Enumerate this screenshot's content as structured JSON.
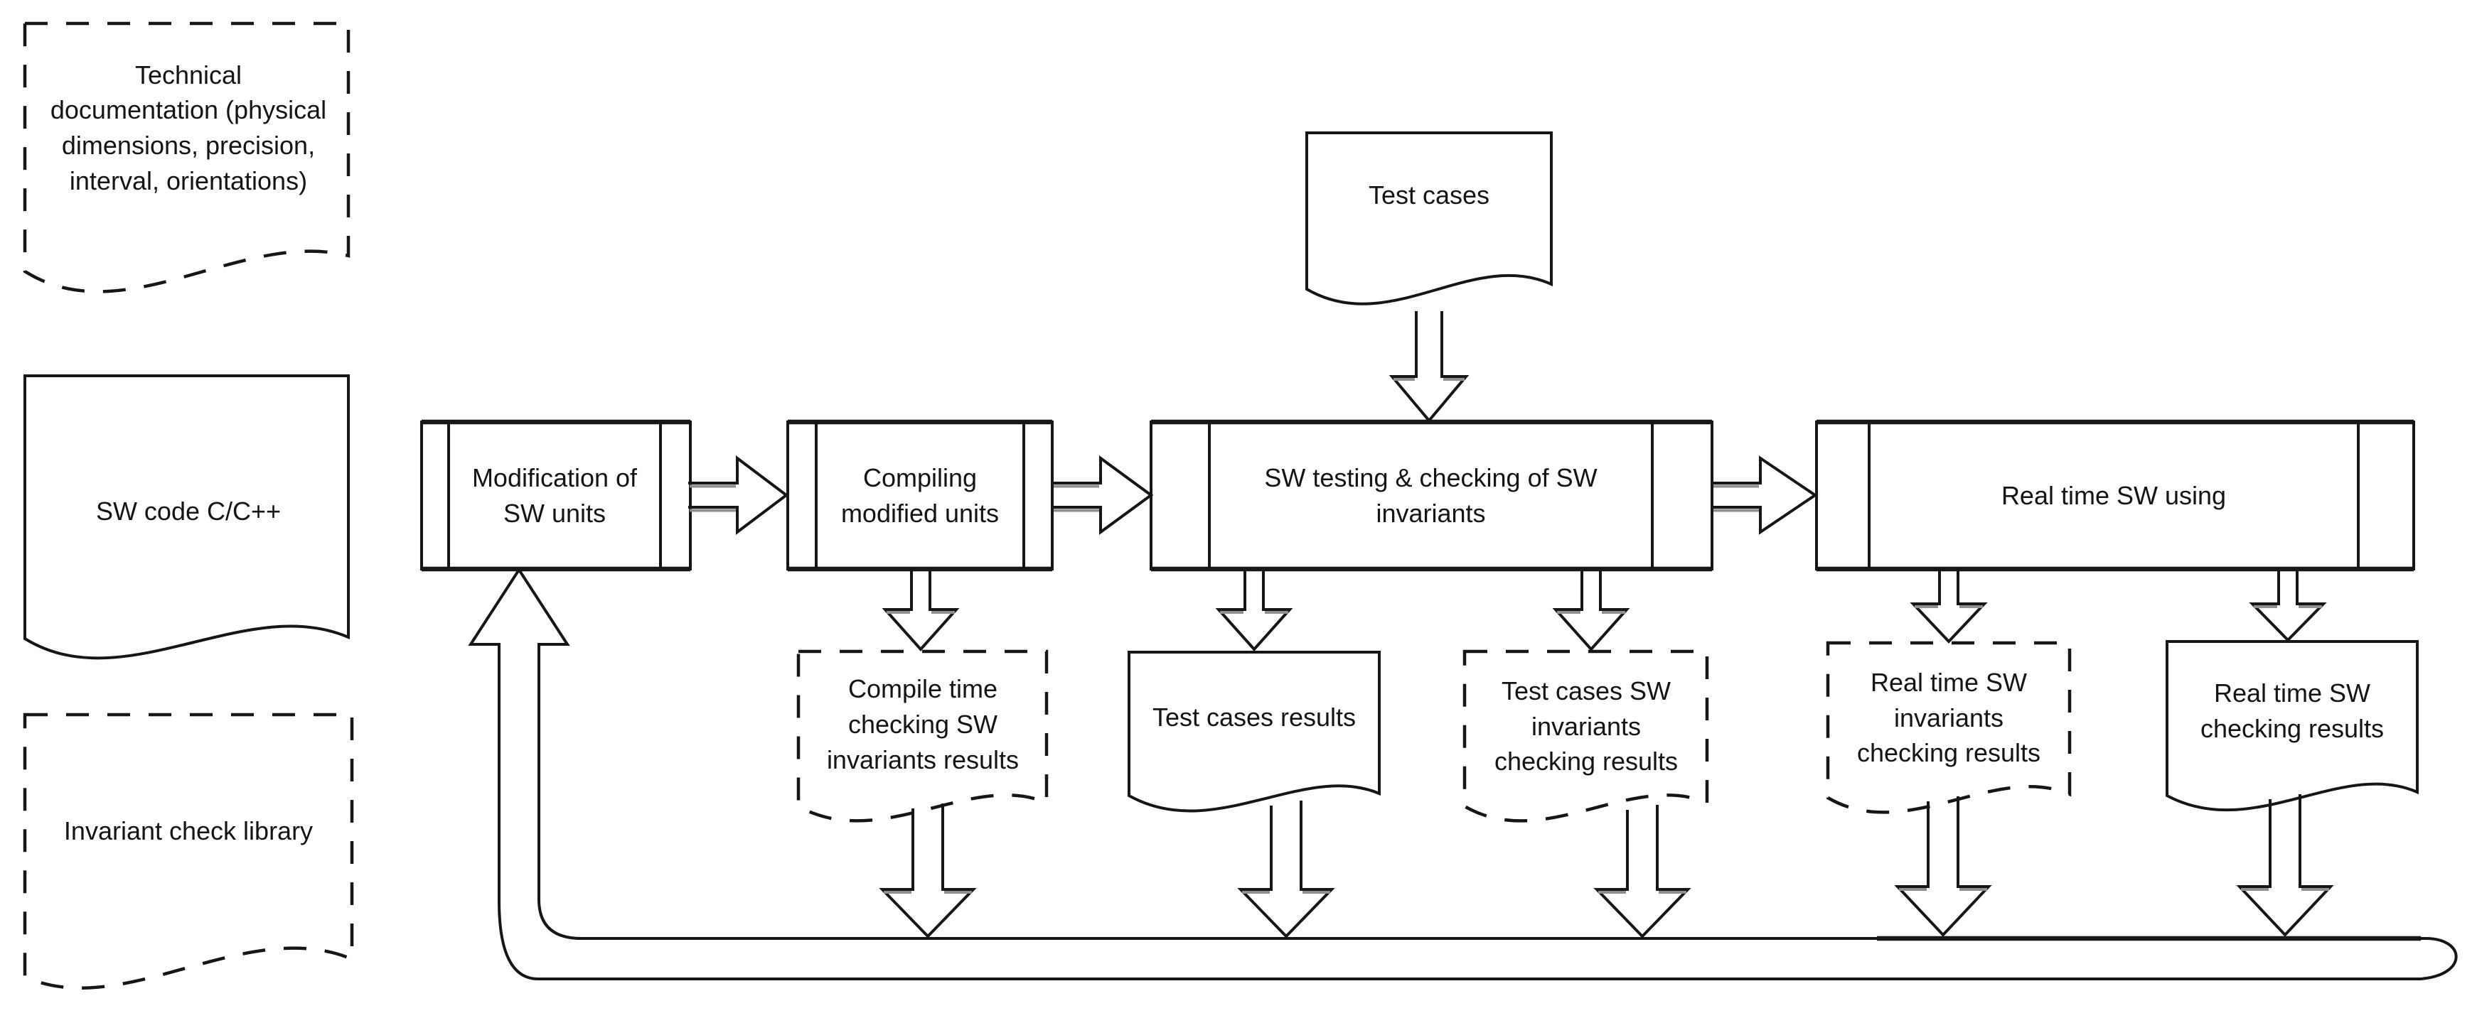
{
  "diagram": {
    "colors": {
      "stroke": "#161616",
      "background": "#ffffff",
      "shadow": "#8f8f8f"
    },
    "inputs": {
      "tech_doc": "Technical\ndocumentation (physical\ndimensions, precision,\ninterval, orientations)",
      "sw_code": "SW code C/C++",
      "invariant_library": "Invariant check library",
      "test_cases": "Test cases"
    },
    "processes": {
      "modification": "Modification of\nSW units",
      "compiling": "Compiling\nmodified units",
      "testing": "SW testing & checking of SW\ninvariants",
      "realtime": "Real time SW using"
    },
    "outputs": {
      "compile_results": "Compile time\nchecking SW\ninvariants results",
      "test_results": "Test cases results",
      "test_inv_results": "Test cases SW\ninvariants\nchecking results",
      "rt_inv_results": "Real time SW\ninvariants\nchecking results",
      "rt_check_results": "Real time SW\nchecking results"
    }
  }
}
